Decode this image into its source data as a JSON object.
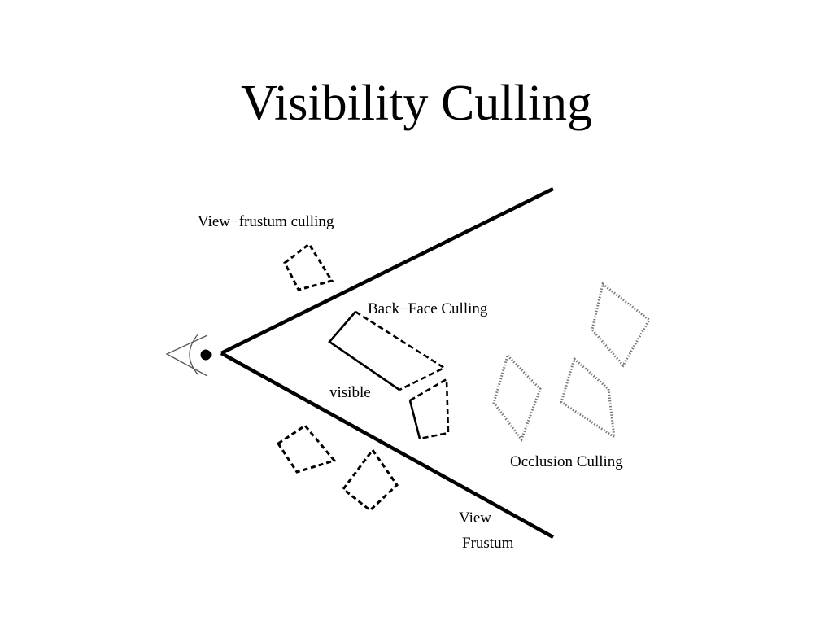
{
  "title": "Visibility Culling",
  "diagram": {
    "labels": {
      "view_frustum_culling": "View−frustum culling",
      "back_face_culling": "Back−Face Culling",
      "visible": "visible",
      "occlusion_culling": "Occlusion Culling",
      "view": "View",
      "frustum": "Frustum"
    },
    "icons": {
      "viewer": "eye-icon"
    },
    "colors": {
      "ink": "#000000",
      "occluded_outline": "#777777"
    }
  }
}
